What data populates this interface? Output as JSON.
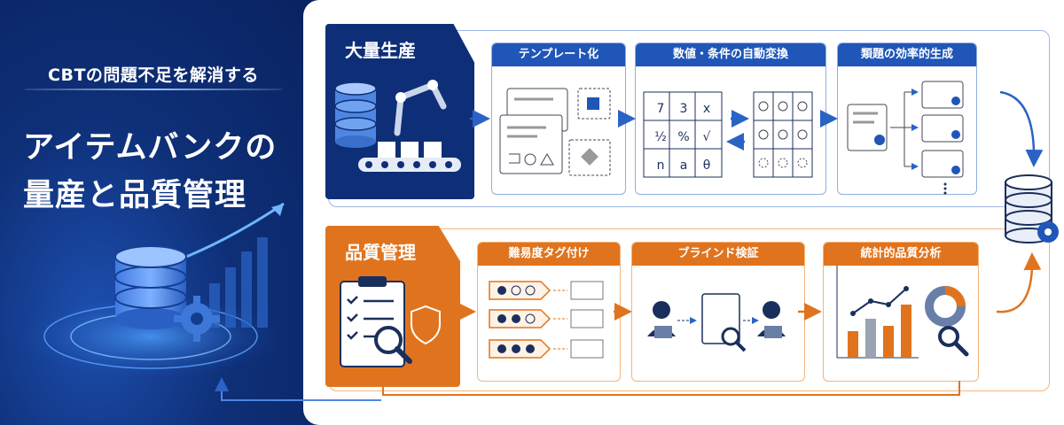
{
  "hero": {
    "subtitle": "CBTの問題不足を解消する",
    "title_line1": "アイテムバンクの",
    "title_line2": "量産と品質管理"
  },
  "mass_production": {
    "label": "大量生産",
    "steps": [
      {
        "title": "テンプレート化"
      },
      {
        "title": "数値・条件の自動変換",
        "symbols": [
          "7",
          "3",
          "x",
          "½",
          "%",
          "√",
          "n",
          "a",
          "θ"
        ]
      },
      {
        "title": "類題の効率的生成"
      }
    ]
  },
  "quality_control": {
    "label": "品質管理",
    "steps": [
      {
        "title": "難易度タグ付け"
      },
      {
        "title": "ブラインド検証"
      },
      {
        "title": "統計的品質分析"
      }
    ]
  },
  "colors": {
    "navy": "#0e2f77",
    "blue": "#1f56b8",
    "orange": "#e0741e",
    "light_blue": "#8fb0dc",
    "light_orange": "#f1b57d"
  }
}
